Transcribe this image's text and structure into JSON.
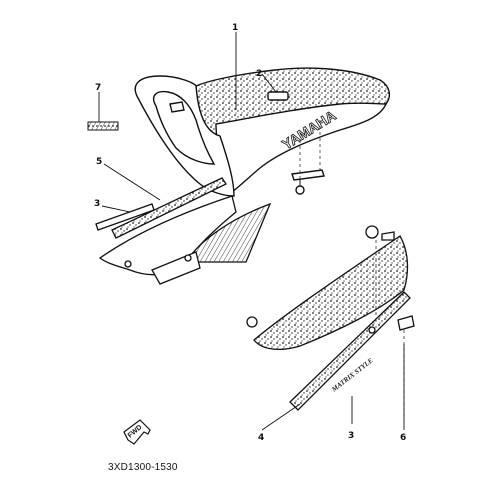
{
  "diagram": {
    "part_code": "3XD1300-1530",
    "brand_text": "YAMAHA",
    "stripe_text": "MATRIX STYLE",
    "fwd_label": "FWD",
    "callouts": [
      "1",
      "2",
      "7",
      "5",
      "3",
      "4",
      "3",
      "6"
    ]
  },
  "colors": {
    "ink": "#111111",
    "paper": "#ffffff"
  }
}
